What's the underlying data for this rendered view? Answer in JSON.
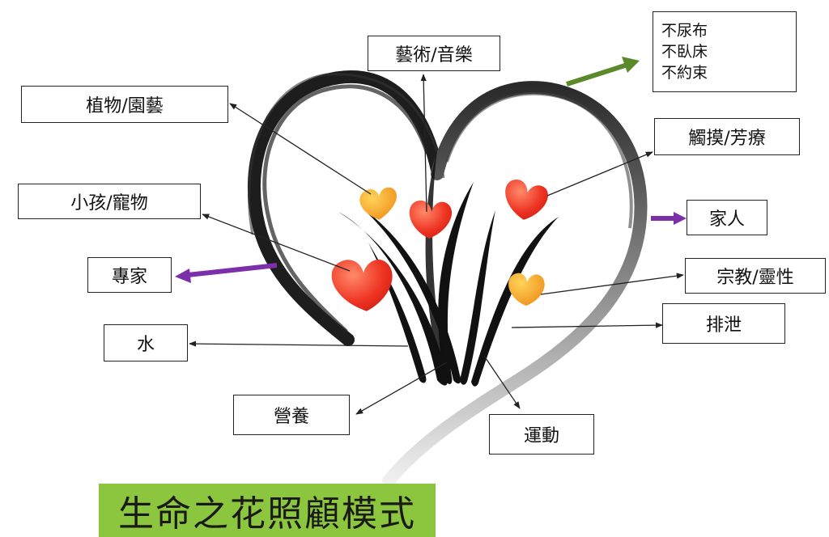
{
  "title": "生命之花照顧模式",
  "labels": {
    "art_music": "藝術/音樂",
    "plants_gardening": "植物/園藝",
    "kids_pets": "小孩/寵物",
    "experts": "專家",
    "water": "水",
    "nutrition": "營養",
    "exercise": "運動",
    "excretion": "排泄",
    "religion_spirituality": "宗教/靈性",
    "family": "家人",
    "touch_therapy": "觸摸/芳療",
    "restraints": [
      "不尿布",
      "不臥床",
      "不約束"
    ]
  },
  "colors": {
    "banner": "#8cc63f",
    "green_arrow": "#5a8a2a",
    "purple_arrow": "#7b2fa8",
    "heart_red": "#e8261c",
    "heart_orange": "#f29a1f"
  }
}
